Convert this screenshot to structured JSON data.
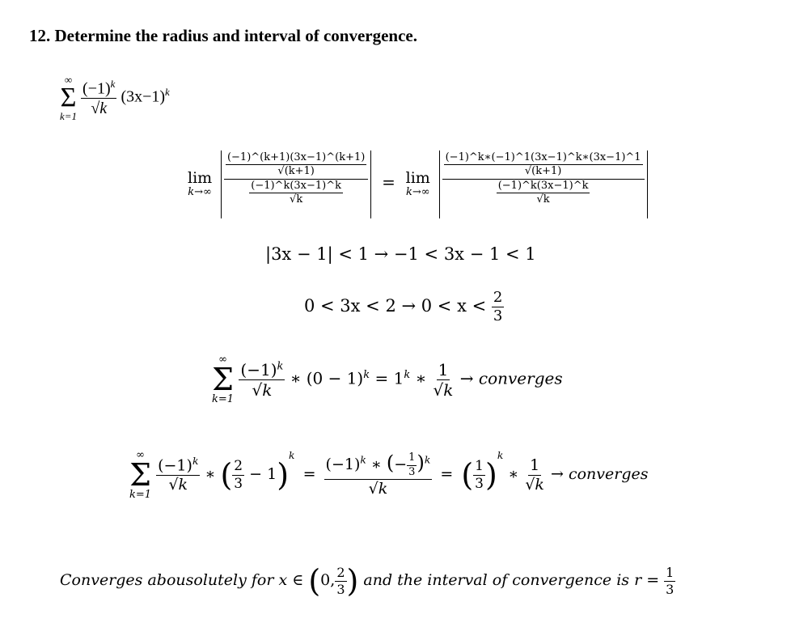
{
  "problem": {
    "title": "12. Determine the radius and interval of convergence."
  },
  "series": {
    "sigma": "Σ",
    "upper": "∞",
    "lower": "k=1",
    "term_num": "(−1)",
    "term_num_exp": "k",
    "term_den": "√k",
    "factor": "(3x−1)",
    "factor_exp": "k"
  },
  "ratio_test": {
    "lim_word": "lim",
    "lim_sub": "k→∞",
    "left_top_num": "(−1)^(k+1)(3x−1)^(k+1)",
    "left_top_den": "√(k+1)",
    "left_bot_num": "(−1)^k(3x−1)^k",
    "left_bot_den": "√k",
    "equals": "=",
    "right_top_num": "(−1)^k∗(−1)^1(3x−1)^k∗(3x−1)^1",
    "right_top_den": "√(k+1)",
    "right_bot_num": "(−1)^k(3x−1)^k",
    "right_bot_den": "√k"
  },
  "inequality1": "|3x − 1| < 1 → −1 < 3x − 1 < 1",
  "inequality2": {
    "text": "0 < 3x < 2 → 0 < x <",
    "frac_num": "2",
    "frac_den": "3"
  },
  "endpoint1": {
    "upper": "∞",
    "lower": "k=1",
    "num": "(−1)",
    "num_exp": "k",
    "den": "√k",
    "middle": "∗ (0 − 1)",
    "middle_exp": "k",
    "eq": "= 1",
    "eq_exp": "k",
    "star": "∗",
    "f_num": "1",
    "f_den": "√k",
    "result": "→ converges"
  },
  "endpoint2": {
    "upper": "∞",
    "lower": "k=1",
    "num": "(−1)",
    "num_exp": "k",
    "den": "√k",
    "star": "∗",
    "paren_num": "2",
    "paren_den": "3",
    "minus_one": "− 1",
    "k": "k",
    "eq": "=",
    "mid_num": "(−1)",
    "mid_num_exp": "k",
    "mid_star": "∗",
    "mid_inner_sign": "−",
    "mid_inner_num": "1",
    "mid_inner_den": "3",
    "mid_den": "√k",
    "eq2": "=",
    "third_num": "1",
    "third_den": "3",
    "star2": "∗",
    "last_num": "1",
    "last_den": "√k",
    "result": "→ converges"
  },
  "conclusion": {
    "text_a": "Converges abousolutely for x ∈",
    "int_left": "0,",
    "int_num": "2",
    "int_den": "3",
    "text_b": "and the interval of convergence is r =",
    "r_num": "1",
    "r_den": "3"
  }
}
